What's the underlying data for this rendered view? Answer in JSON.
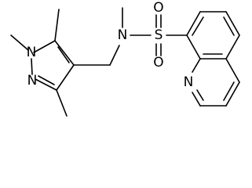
{
  "structure": {
    "atoms": {
      "n_pyrazole_1": "N",
      "n_pyrazole_2": "N",
      "n_sulfonamide": "N",
      "s": "S",
      "o_top": "O",
      "o_bottom": "O",
      "n_quinoline": "N"
    }
  }
}
